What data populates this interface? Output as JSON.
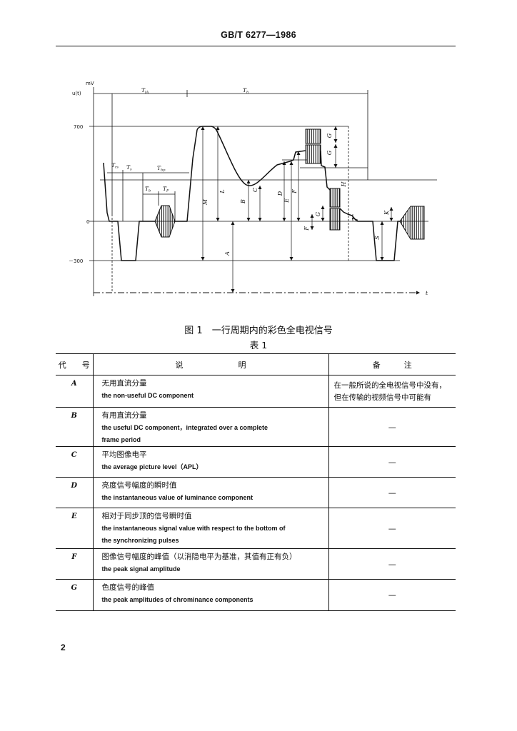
{
  "header": {
    "standard": "GB/T 6277—1986"
  },
  "figure": {
    "y_unit": "mV",
    "y_var": "u(t)",
    "x_var": "t",
    "levels": [
      "700",
      "0",
      "－300"
    ],
    "timing_labels": [
      {
        "main": "T",
        "sub": "lA"
      },
      {
        "main": "T",
        "sub": "h"
      },
      {
        "main": "T",
        "sub": "rs"
      },
      {
        "main": "T",
        "sub": "s"
      },
      {
        "main": "T",
        "sub": "bp"
      },
      {
        "main": "T",
        "sub": "b"
      },
      {
        "main": "T",
        "sub": "F"
      }
    ],
    "dimension_labels": [
      "M",
      "L",
      "A",
      "B",
      "C",
      "D",
      "E",
      "F",
      "G",
      "G",
      "H",
      "F",
      "G",
      "J",
      "K",
      "S"
    ],
    "caption": "图 1　一行周期内的彩色全电视信号"
  },
  "table": {
    "title": "表 1",
    "headers": [
      "代　　号",
      "说　　　　　　　明",
      "备　　　注"
    ],
    "rows": [
      {
        "code": "A",
        "zh": "无用直流分量",
        "en": [
          "the non-useful DC component"
        ],
        "remark": [
          "在一般所说的全电视信号中没有，",
          "但在传输的视频信号中可能有"
        ]
      },
      {
        "code": "B",
        "zh": "有用直流分量",
        "en": [
          "the useful DC component，integrated over a complete",
          "frame period"
        ],
        "remark": [
          "—"
        ]
      },
      {
        "code": "C",
        "zh": "平均图像电平",
        "en": [
          "the average picture level（APL）"
        ],
        "remark": [
          "—"
        ]
      },
      {
        "code": "D",
        "zh": "亮度信号幅度的瞬时值",
        "en": [
          "the instantaneous value of luminance component"
        ],
        "remark": [
          "—"
        ]
      },
      {
        "code": "E",
        "zh": "相对于同步顶的信号瞬时值",
        "en": [
          "the instantaneous signal value with respect to the bottom of",
          "the synchronizing pulses"
        ],
        "remark": [
          "—"
        ]
      },
      {
        "code": "F",
        "zh": "图像信号幅度的峰值（以消隐电平为基准，其值有正有负）",
        "en": [
          "the peak signal amplitude"
        ],
        "remark": [
          "—"
        ]
      },
      {
        "code": "G",
        "zh": "色度信号的峰值",
        "en": [
          "the peak amplitudes of chrominance components"
        ],
        "remark": [
          "—"
        ]
      }
    ]
  },
  "page_number": "2"
}
